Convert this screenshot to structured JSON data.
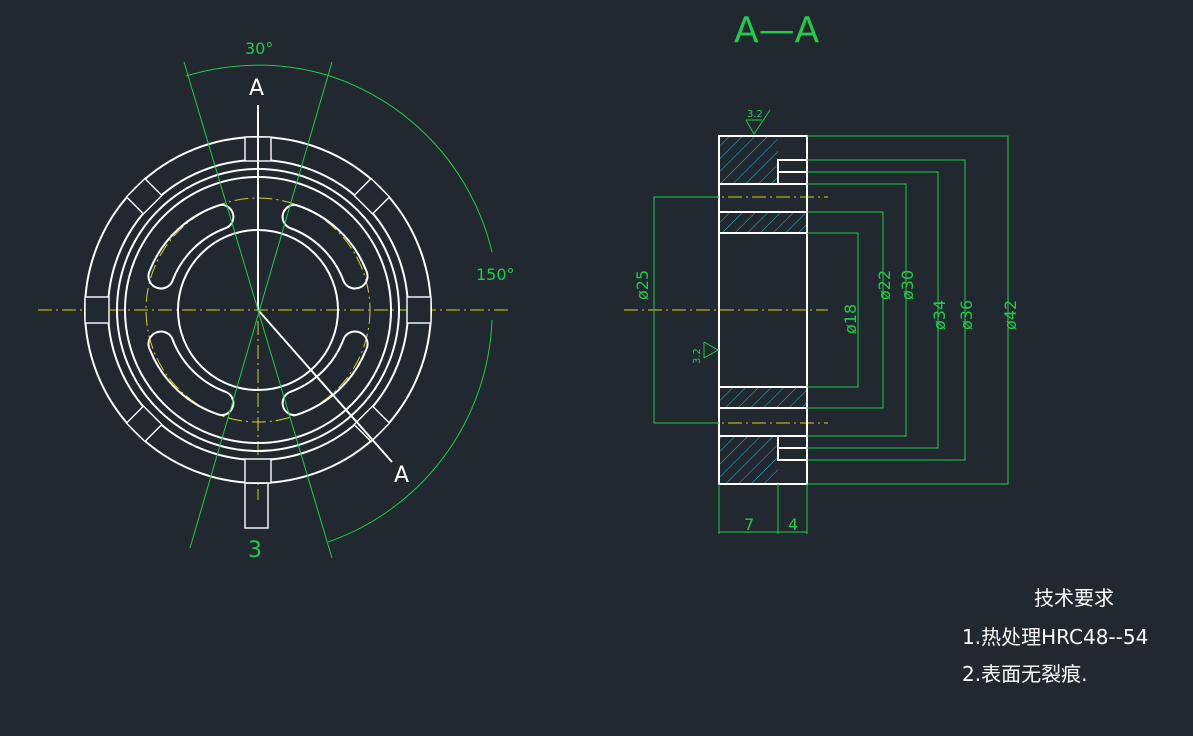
{
  "drawing": {
    "section_title": "A—A",
    "front_view": {
      "section_label_top": "A",
      "section_label_bottom": "A",
      "angle_small": "30°",
      "angle_large": "150°",
      "slot_width": "3"
    },
    "section_view": {
      "roughness_top": "3.2",
      "roughness_bore": "3.2",
      "dia_25": "ø25",
      "dia_18": "ø18",
      "dia_22": "ø22",
      "dia_30": "ø30",
      "dia_34": "ø34",
      "dia_36": "ø36",
      "dia_42": "ø42",
      "width_7": "7",
      "width_4": "4"
    },
    "technical_requirements": {
      "title": "技术要求",
      "item1": "1.热处理HRC48--54",
      "item2": "2.表面无裂痕."
    },
    "colors": {
      "background": "#212830",
      "outline": "#ffffff",
      "dimension": "#1ecc4a",
      "centerline": "#d8d020",
      "hatch": "#2fb8d8"
    }
  }
}
